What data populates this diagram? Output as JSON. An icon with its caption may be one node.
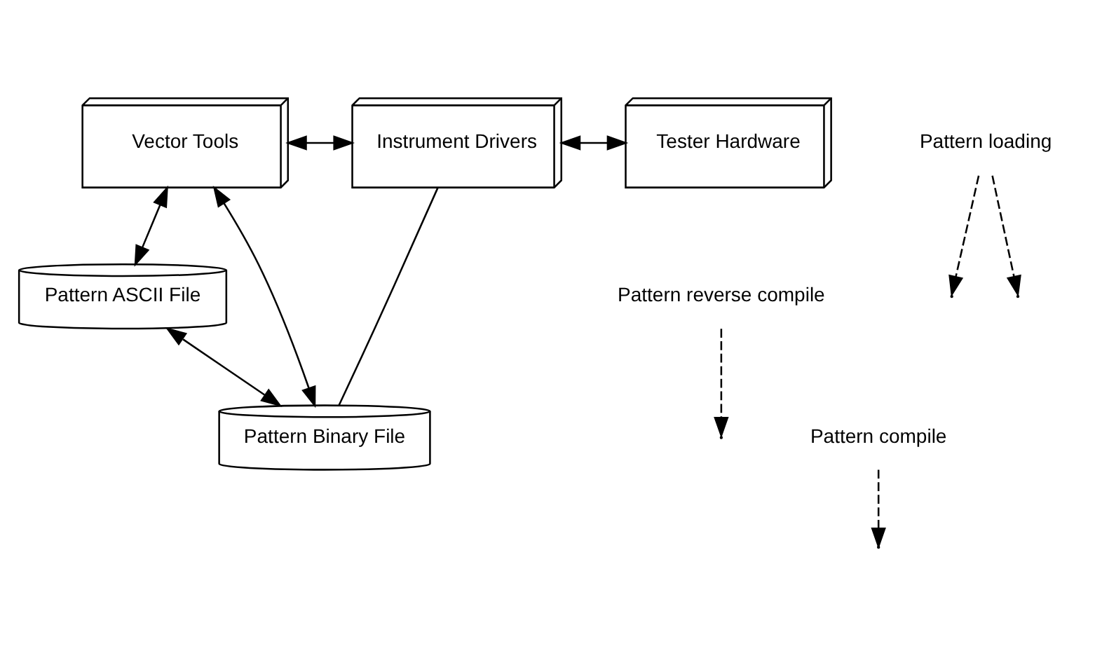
{
  "diagram": {
    "nodes": [
      {
        "text": [
          "Vector Tools"
        ]
      },
      {
        "text": [
          "Pattern ASCII File"
        ]
      },
      {
        "text": [
          "Pattern Binary File"
        ]
      },
      {
        "text": [
          "Instrument Drivers"
        ]
      },
      {
        "text": [
          "Tester Hardware"
        ]
      },
      {
        "text": [
          "Pattern reverse compile"
        ]
      },
      {
        "text": [
          "Pattern compile"
        ]
      },
      {
        "text": [
          "Pattern loading"
        ]
      }
    ],
    "edges": [
      {
        "from": 0,
        "to": 1,
        "arrow": "both"
      },
      {
        "from": 0,
        "to": 2,
        "arrow": "both"
      },
      {
        "from": 0,
        "to": 3,
        "arrow": "both"
      },
      {
        "from": 1,
        "to": 2,
        "arrow": "both"
      },
      {
        "from": 2,
        "to": 3,
        "arrow": "none"
      },
      {
        "from": 3,
        "to": 4,
        "arrow": "both"
      },
      {
        "from": 5,
        "to": null,
        "arrow": "to",
        "style": "dashed"
      },
      {
        "from": 6,
        "to": null,
        "arrow": "to",
        "style": "dashed"
      },
      {
        "from": 7,
        "to": null,
        "arrow": "to",
        "style": "dashed"
      },
      {
        "from": 7,
        "to": null,
        "arrow": "to",
        "style": "dashed"
      }
    ]
  }
}
